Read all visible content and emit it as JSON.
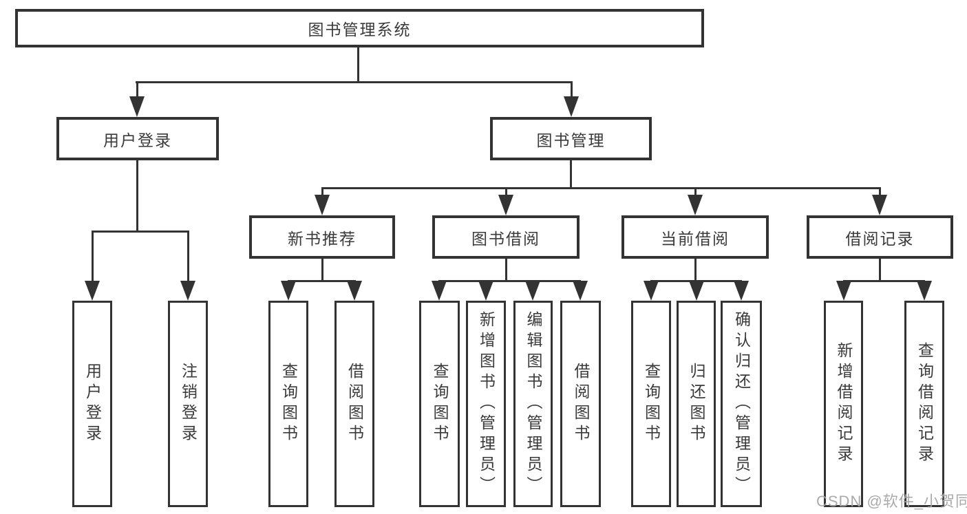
{
  "diagram": {
    "root": "图书管理系统",
    "level2": [
      "用户登录",
      "图书管理"
    ],
    "level3": [
      "新书推荐",
      "图书借阅",
      "当前借阅",
      "借阅记录"
    ],
    "leaves": [
      "用户登录",
      "注销登录",
      "查询图书",
      "借阅图书",
      "查询图书",
      "新增图书（管理员）",
      "编辑图书（管理员）",
      "借阅图书",
      "查询图书",
      "归还图书",
      "确认归还（管理员）",
      "新增借阅记录",
      "查询借阅记录"
    ],
    "line_color": "#333333"
  },
  "watermark": "CSDN @软件_小贺同学"
}
